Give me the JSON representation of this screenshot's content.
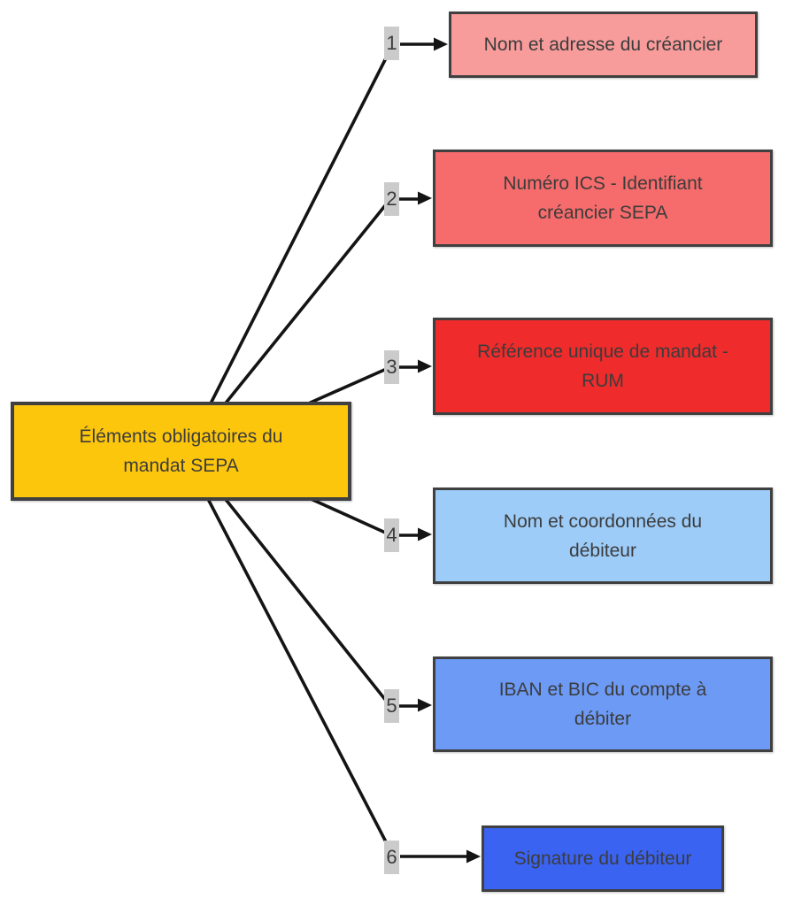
{
  "colors": {
    "background": "#ffffff",
    "line": "#141414",
    "border": "#404040",
    "text": "#3c3c3c",
    "chip_bg": "#cbcbcb"
  },
  "center_node": {
    "fill": "#fcc60d",
    "lines": [
      "Éléments obligatoires du",
      "mandat SEPA"
    ]
  },
  "nodes": [
    {
      "number": "1",
      "fill": "#f89b9b",
      "lines": [
        "Nom et adresse du créancier",
        ""
      ]
    },
    {
      "number": "2",
      "fill": "#f66b6b",
      "lines": [
        "Numéro ICS - Identifiant",
        "créancier SEPA"
      ]
    },
    {
      "number": "3",
      "fill": "#f02b2b",
      "lines": [
        "Référence unique de mandat -",
        "RUM"
      ]
    },
    {
      "number": "4",
      "fill": "#9dccf8",
      "lines": [
        "Nom et coordonnées du",
        "débiteur"
      ]
    },
    {
      "number": "5",
      "fill": "#6c9af5",
      "lines": [
        "IBAN et BIC du compte à",
        "débiter"
      ]
    },
    {
      "number": "6",
      "fill": "#3a63f2",
      "lines": [
        "Signature du débiteur",
        ""
      ]
    }
  ]
}
